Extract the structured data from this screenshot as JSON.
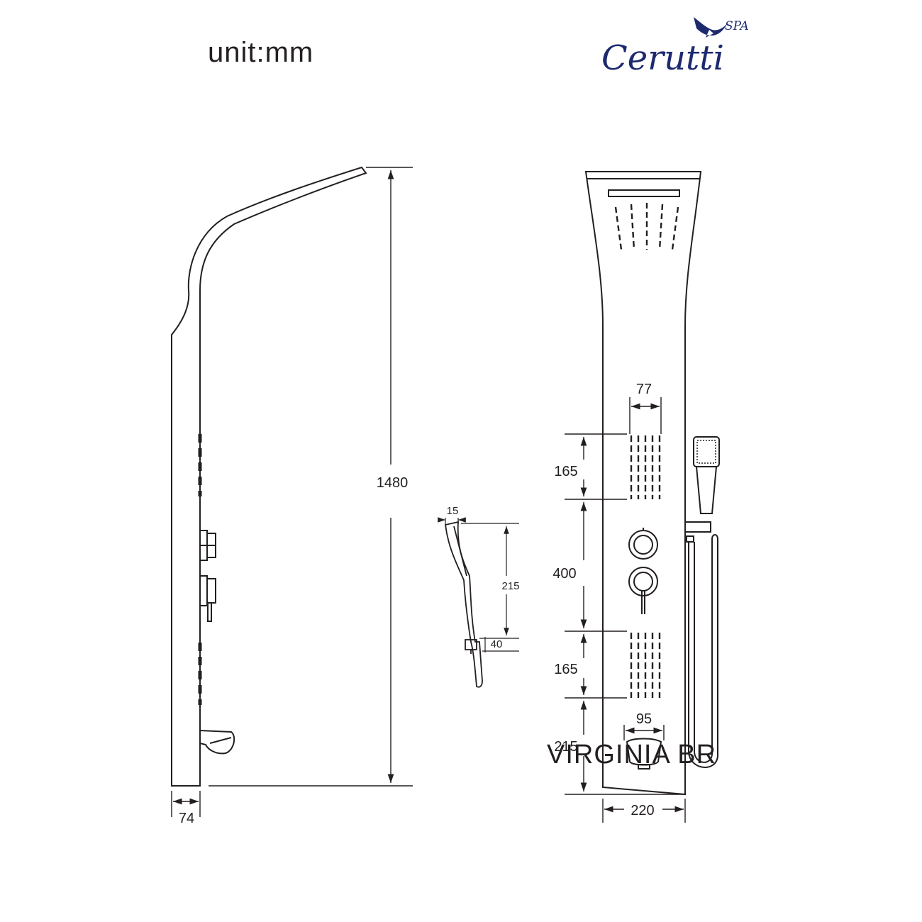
{
  "header": {
    "unit": "unit:mm",
    "brand": "Cerutti",
    "brand_suffix": "SPA",
    "brand_color": "#1d2a6e"
  },
  "footer": {
    "model": "VIRGINIA  BR"
  },
  "side_view": {
    "height": "1480",
    "depth": "74"
  },
  "hand_shower": {
    "thickness": "15",
    "length": "215",
    "holder": "40"
  },
  "front_view": {
    "jets_width": "77",
    "upper_jets_height": "165",
    "controls_height": "400",
    "lower_jets_height": "165",
    "spout_zone_height": "215",
    "spout_width": "95",
    "panel_width": "220"
  },
  "colors": {
    "line": "#231f20",
    "background": "#ffffff"
  }
}
